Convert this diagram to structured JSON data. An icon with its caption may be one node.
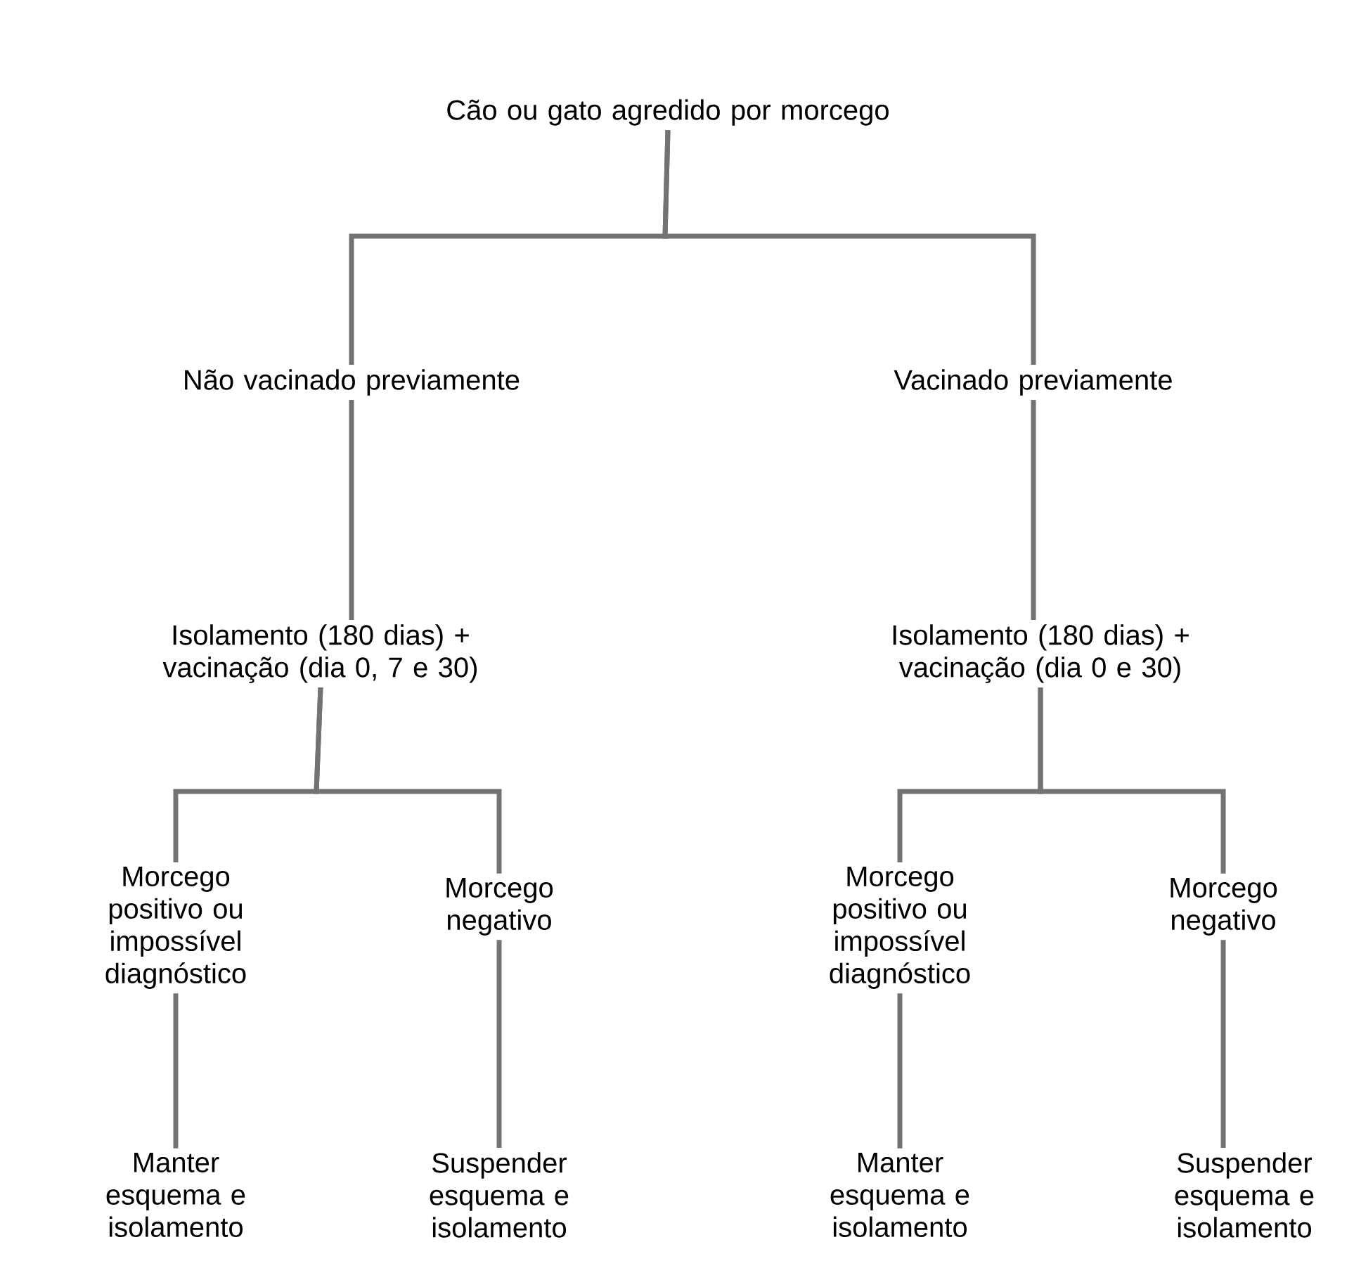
{
  "diagram": {
    "nodes": [
      {
        "text": [
          "Cão ou gato agredido por morcego"
        ]
      },
      {
        "text": [
          "Não vacinado previamente"
        ]
      },
      {
        "text": [
          "Vacinado previamente"
        ]
      },
      {
        "text": [
          "Isolamento (180 dias) + vacinação (dia 0, 7 e 30)"
        ]
      },
      {
        "text": [
          "Isolamento (180 dias) + vacinação (dia 0 e 30)"
        ]
      },
      {
        "text": [
          "Morcego positivo ou impossível diagnóstico"
        ]
      },
      {
        "text": [
          "Morcego negativo"
        ]
      },
      {
        "text": [
          "Morcego positivo ou impossível diagnóstico"
        ]
      },
      {
        "text": [
          "Morcego negativo"
        ]
      },
      {
        "text": [
          "Manter esquema e isolamento"
        ]
      },
      {
        "text": [
          "Suspender esquema e isolamento"
        ]
      },
      {
        "text": [
          "Manter esquema e isolamento"
        ]
      },
      {
        "text": [
          "Suspender esquema e isolamento"
        ]
      }
    ],
    "edges": [
      {
        "from": 0,
        "to": 1,
        "arrow": "none"
      },
      {
        "from": 0,
        "to": 2,
        "arrow": "none"
      },
      {
        "from": 1,
        "to": 3,
        "arrow": "none"
      },
      {
        "from": 2,
        "to": 4,
        "arrow": "none"
      },
      {
        "from": 3,
        "to": 5,
        "arrow": "none"
      },
      {
        "from": 3,
        "to": 6,
        "arrow": "none"
      },
      {
        "from": 4,
        "to": 7,
        "arrow": "none"
      },
      {
        "from": 4,
        "to": 8,
        "arrow": "none"
      },
      {
        "from": 5,
        "to": 9,
        "arrow": "none"
      },
      {
        "from": 6,
        "to": 10,
        "arrow": "none"
      },
      {
        "from": 7,
        "to": 11,
        "arrow": "none"
      },
      {
        "from": 8,
        "to": 12,
        "arrow": "none"
      }
    ]
  }
}
